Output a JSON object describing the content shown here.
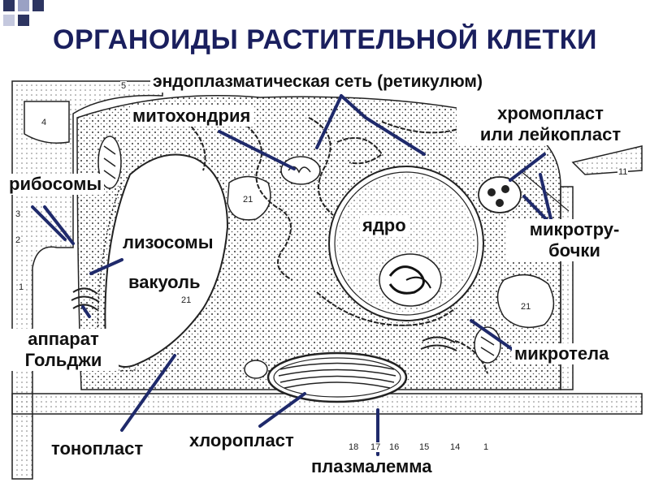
{
  "title": "ОРГАНОИДЫ РАСТИТЕЛЬНОЙ КЛЕТКИ",
  "labels": {
    "er": "эндоплазматическая сеть (ретикулюм)",
    "mitochondria": "митохондрия",
    "chromoplast_line1": "хромопласт",
    "chromoplast_line2": "или лейкопласт",
    "ribosomes": "рибосомы",
    "nucleus": "ядро",
    "microtubules_line1": "микротру-",
    "microtubules_line2": "бочки",
    "lysosomes": "лизосомы",
    "vacuole": "вакуоль",
    "golgi_line1": "аппарат",
    "golgi_line2": "Гольджи",
    "microbodies": "микротела",
    "tonoplast": "тонопласт",
    "chloroplast": "хлоропласт",
    "plasmalemma": "плазмалемма"
  },
  "numbers": {
    "n5": "5",
    "n4": "4",
    "n11": "11",
    "n3": "3",
    "n2": "2",
    "n1_left": "1",
    "n21_a": "21",
    "n21_b": "21",
    "n21_c": "21",
    "n18": "18",
    "n17": "17",
    "n16": "16",
    "n15": "15",
    "n14": "14",
    "n1_bottom": "1"
  },
  "colors": {
    "title": "#1a1f5e",
    "pointer": "#1f2a6b",
    "square_dark": "#2d3561",
    "square_light": "#9aa1c4"
  }
}
